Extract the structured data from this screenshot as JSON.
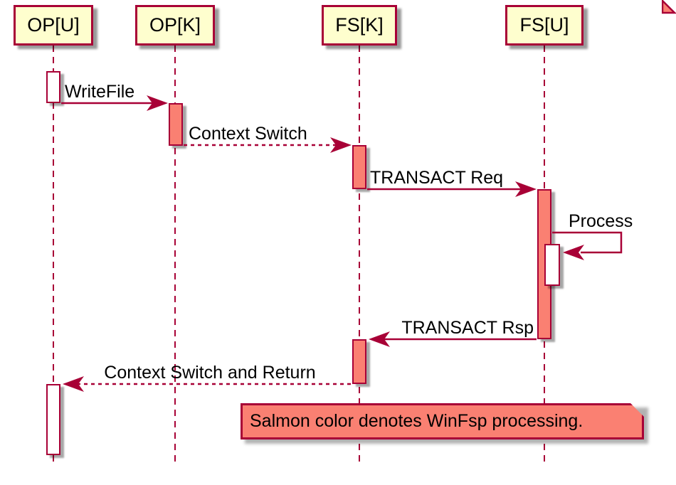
{
  "diagram": {
    "type": "uml-sequence",
    "participants": [
      {
        "id": "opu",
        "label": "OP[U]"
      },
      {
        "id": "opk",
        "label": "OP[K]"
      },
      {
        "id": "fsk",
        "label": "FS[K]"
      },
      {
        "id": "fsu",
        "label": "FS[U]"
      }
    ],
    "messages": [
      {
        "label": "WriteFile",
        "from": "OP[U]",
        "to": "OP[K]",
        "line": "solid"
      },
      {
        "label": "Context Switch",
        "from": "OP[K]",
        "to": "FS[K]",
        "line": "dashed"
      },
      {
        "label": "TRANSACT Req",
        "from": "FS[K]",
        "to": "FS[U]",
        "line": "solid"
      },
      {
        "label": "Process",
        "from": "FS[U]",
        "to": "FS[U]",
        "line": "solid",
        "self": true
      },
      {
        "label": "TRANSACT Rsp",
        "from": "FS[U]",
        "to": "FS[K]",
        "line": "solid"
      },
      {
        "label": "Context Switch and Return",
        "from": "FS[K]",
        "to": "OP[U]",
        "line": "dashed"
      }
    ],
    "activations": [
      {
        "participant": "OP[U]",
        "color": "plain"
      },
      {
        "participant": "OP[K]",
        "color": "salmon"
      },
      {
        "participant": "FS[K]",
        "color": "salmon"
      },
      {
        "participant": "FS[U]",
        "color": "salmon"
      },
      {
        "participant": "FS[U]",
        "color": "plain",
        "nested": true
      },
      {
        "participant": "FS[K]",
        "color": "salmon"
      },
      {
        "participant": "OP[U]",
        "color": "plain"
      }
    ],
    "note": {
      "text": "Salmon color denotes WinFsp processing."
    },
    "colors": {
      "participant_fill": "#FEFECE",
      "line": "#A80036",
      "activation_salmon": "#FA8072",
      "activation_plain": "#FFFFFF",
      "note_fill": "#FA8072",
      "text": "#000000",
      "background": "#FFFFFF"
    }
  }
}
